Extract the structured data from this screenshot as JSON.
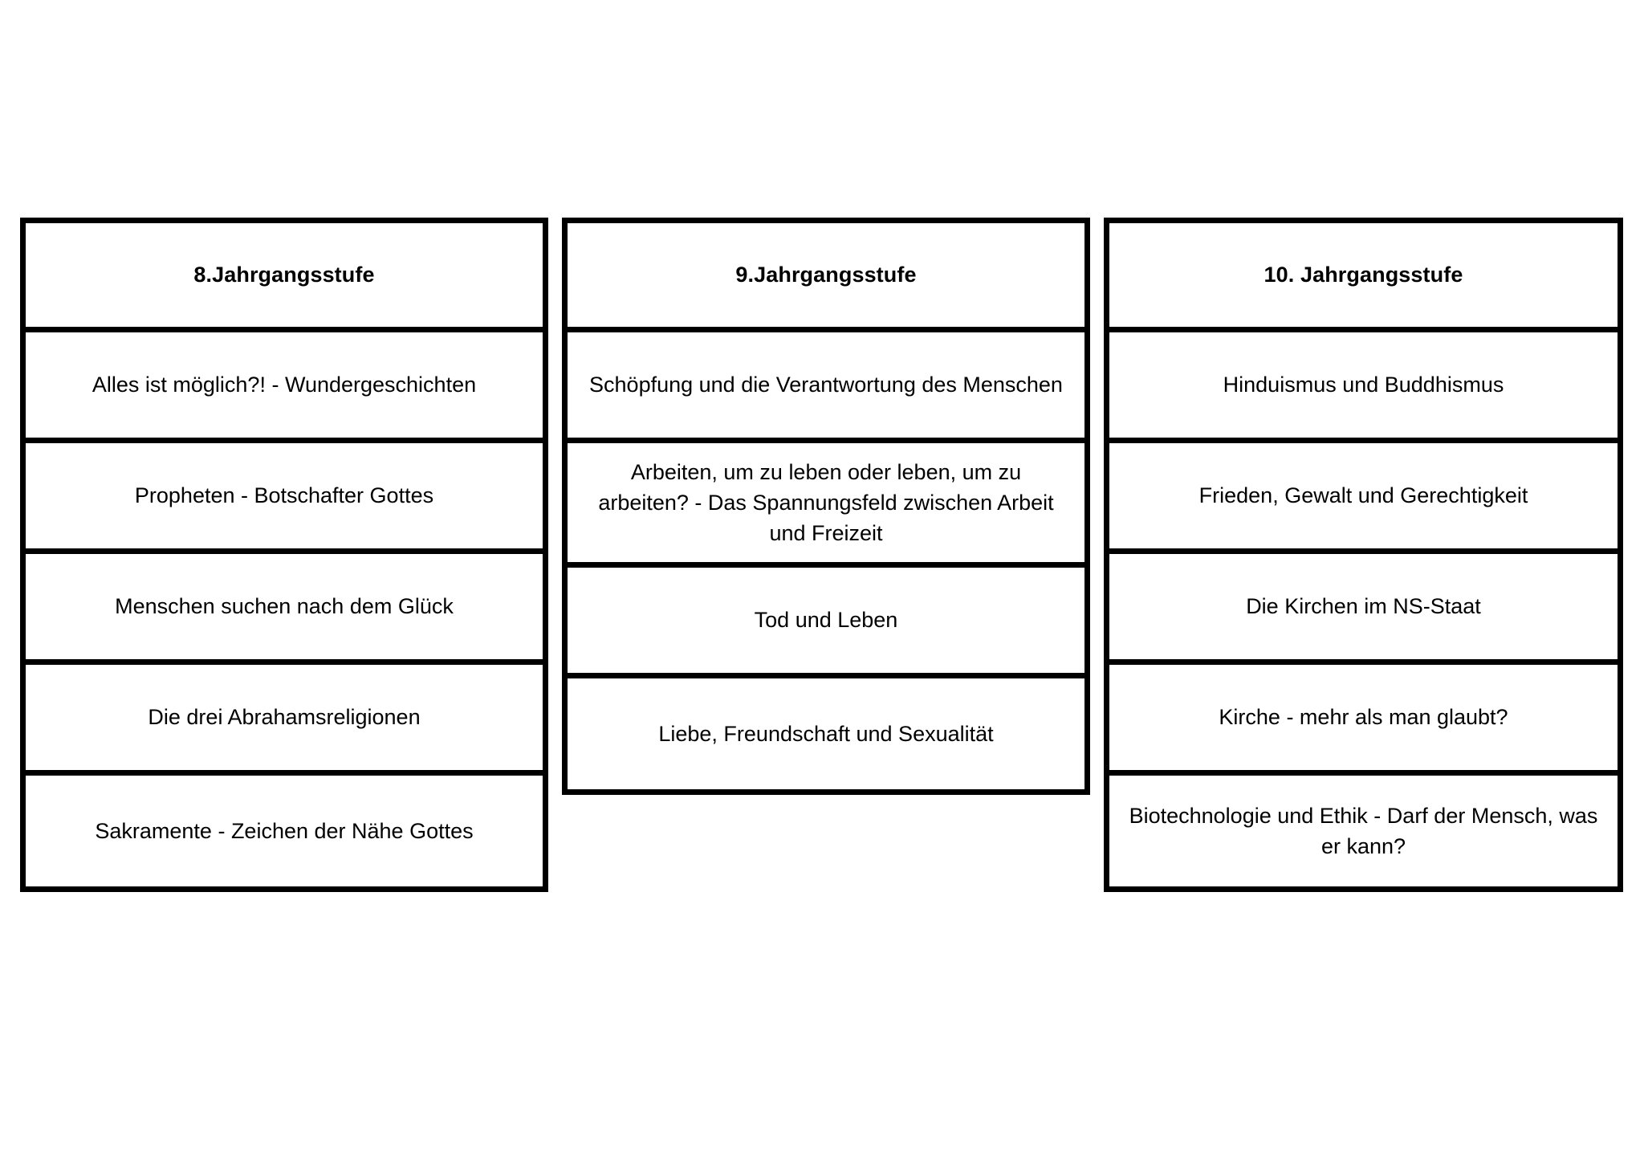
{
  "document": {
    "background_color": "#ffffff",
    "border_color": "#000000",
    "text_color": "#000000"
  },
  "tables": [
    {
      "id": "col-8",
      "header": "8.Jahrgangsstufe",
      "rows": [
        "Alles ist möglich?! - Wundergeschichten",
        "Propheten - Botschafter Gottes",
        "Menschen suchen nach dem Glück",
        "Die drei Abrahamsreligionen",
        "Sakramente - Zeichen der Nähe Gottes"
      ]
    },
    {
      "id": "col-9",
      "header": "9.Jahrgangsstufe",
      "rows": [
        "Schöpfung und die Verantwortung des Menschen",
        "Arbeiten, um zu leben oder leben, um zu arbeiten? - Das Spannungsfeld zwischen Arbeit und Freizeit",
        "Tod und Leben",
        "Liebe, Freundschaft und Sexualität"
      ]
    },
    {
      "id": "col-10",
      "header": "10. Jahrgangsstufe",
      "rows": [
        "Hinduismus und Buddhismus",
        "Frieden, Gewalt und Gerechtigkeit",
        "Die Kirchen im NS-Staat",
        "Kirche - mehr als man glaubt?",
        "Biotechnologie und Ethik - Darf der Mensch, was er kann?"
      ]
    }
  ]
}
